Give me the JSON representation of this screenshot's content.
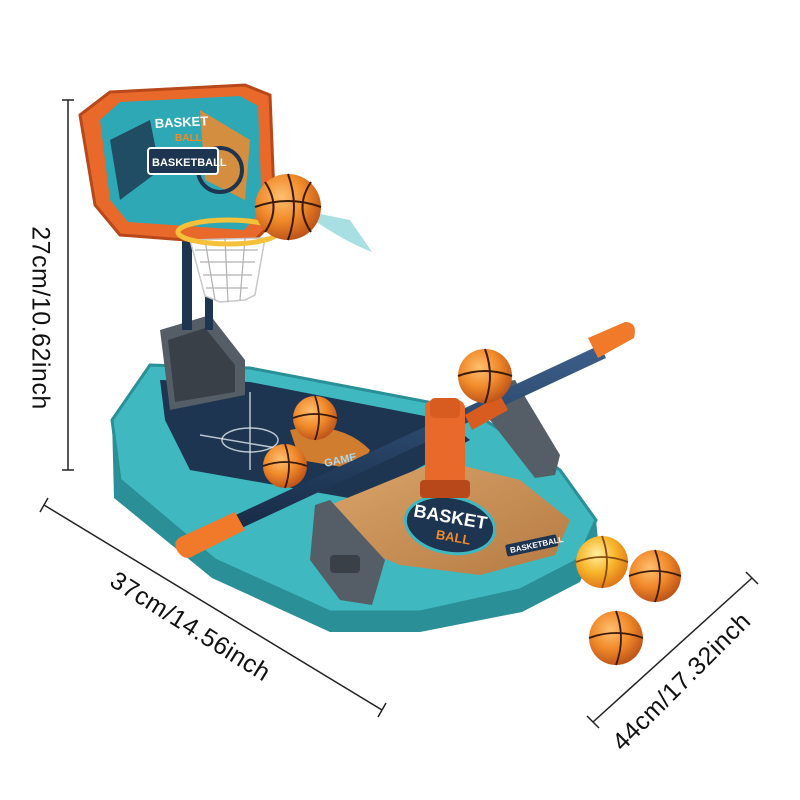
{
  "dimensions": {
    "height": "27cm/10.62inch",
    "width": "37cm/14.56inch",
    "depth": "44cm/17.32inch"
  },
  "product_print": {
    "backboard_logo_top": "BASKET",
    "backboard_logo_bottom": "BALL",
    "backboard_sign": "BASKETBALL",
    "court_label": "GAME",
    "base_logo_top": "BASKET",
    "base_logo_bottom": "BALL",
    "front_plate": "BASKETBALL"
  },
  "colors": {
    "base_teal": "#3fb8bf",
    "base_teal_dark": "#2a8f96",
    "backboard_orange": "#e8692a",
    "court_navy": "#1d3550",
    "wood_floor": "#c8925a",
    "ball_orange": "#f08a2a",
    "rod_navy": "#1f3a5f",
    "handle_orange": "#f0792a",
    "frame_gray": "#555d66"
  },
  "loose_balls": 3
}
